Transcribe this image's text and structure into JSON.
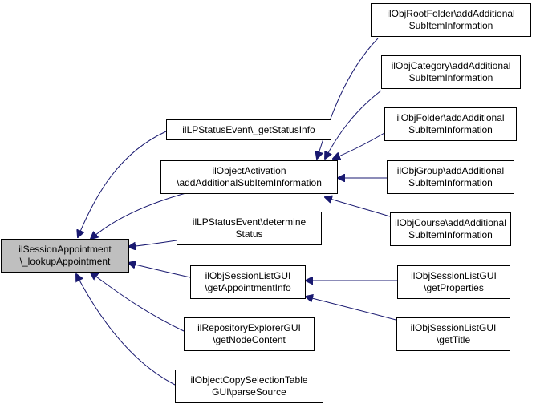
{
  "colors": {
    "edge": "#191970",
    "root_fill": "#bfbfbf",
    "node_fill": "#ffffff",
    "border": "#000000"
  },
  "nodes": {
    "root": {
      "line1": "ilSessionAppointment",
      "line2": "\\_lookupAppointment"
    },
    "lp_get_status_info": {
      "line1": "ilLPStatusEvent\\_getStatusInfo"
    },
    "object_activation": {
      "line1": "ilObjectActivation",
      "line2": "\\addAdditionalSubItemInformation"
    },
    "lp_determine_status": {
      "line1": "ilLPStatusEvent\\determine",
      "line2": "Status"
    },
    "session_list_get_appointment": {
      "line1": "ilObjSessionListGUI",
      "line2": "\\getAppointmentInfo"
    },
    "repo_explorer": {
      "line1": "ilRepositoryExplorerGUI",
      "line2": "\\getNodeContent"
    },
    "copy_selection": {
      "line1": "ilObjectCopySelectionTable",
      "line2": "GUI\\parseSource"
    },
    "root_folder": {
      "line1": "ilObjRootFolder\\addAdditional",
      "line2": "SubItemInformation"
    },
    "category": {
      "line1": "ilObjCategory\\addAdditional",
      "line2": "SubItemInformation"
    },
    "folder": {
      "line1": "ilObjFolder\\addAdditional",
      "line2": "SubItemInformation"
    },
    "group": {
      "line1": "ilObjGroup\\addAdditional",
      "line2": "SubItemInformation"
    },
    "course": {
      "line1": "ilObjCourse\\addAdditional",
      "line2": "SubItemInformation"
    },
    "session_list_properties": {
      "line1": "ilObjSessionListGUI",
      "line2": "\\getProperties"
    },
    "session_list_title": {
      "line1": "ilObjSessionListGUI",
      "line2": "\\getTitle"
    }
  }
}
